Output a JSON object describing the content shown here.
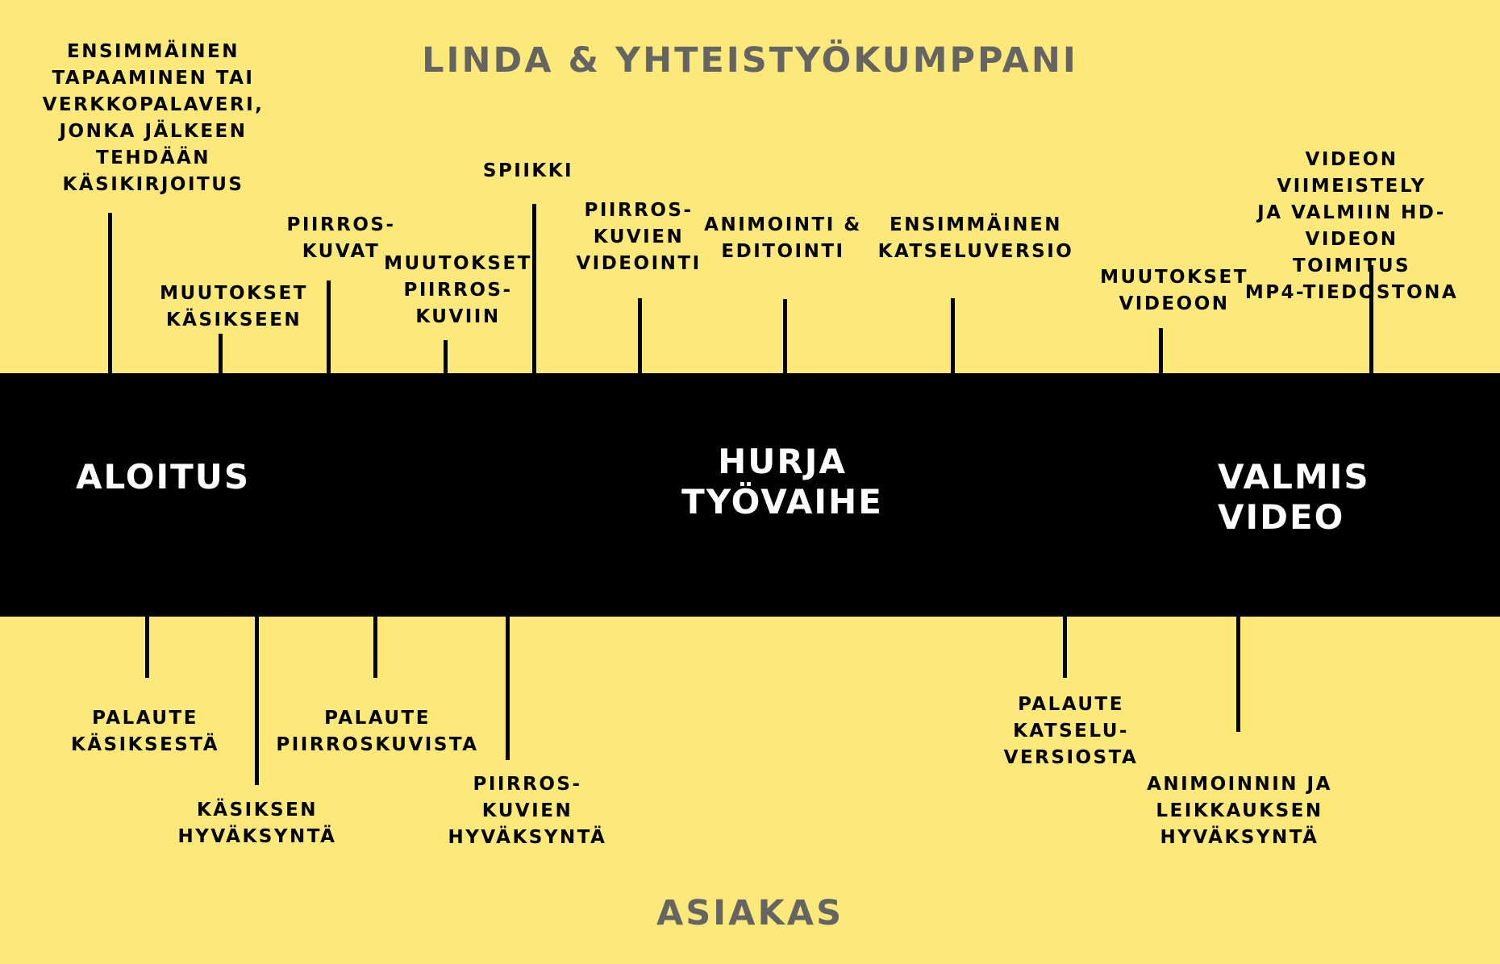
{
  "headings": {
    "top": "LINDA & YHTEISTYÖKUMPPANI",
    "bottom": "ASIAKAS"
  },
  "band": {
    "start": "ALOITUS",
    "middle": "HURJA\nTYÖVAIHE",
    "end": "VALMIS VIDEO"
  },
  "top_steps": [
    "ENSIMMÄINEN\nTAPAAMINEN TAI\nVERKKOPALAVERI,\nJONKA JÄLKEEN\nTEHDÄÄN\nKÄSIKIRJOITUS",
    "MUUTOKSET\nKÄSIKSEEN",
    "PIIRROS-\nKUVAT",
    "MUUTOKSET\nPIIRROS-\nKUVIIN",
    "SPIIKKI",
    "PIIRROS-\nKUVIEN\nVIDEOINTI",
    "ANIMOINTI &\nEDITOINTI",
    "ENSIMMÄINEN\nKATSELUVERSIO",
    "MUUTOKSET\nVIDEOON",
    "VIDEON VIIMEISTELY\nJA VALMIIN HD-VIDEON\nTOIMITUS\nMP4-TIEDOSTONA"
  ],
  "bottom_steps": [
    "PALAUTE\nKÄSIKSESTÄ",
    "KÄSIKSEN\nHYVÄKSYNTÄ",
    "PALAUTE\nPIIRROSKUVISTA",
    "PIIRROS-\nKUVIEN\nHYVÄKSYNTÄ",
    "PALAUTE\nKATSELU-\nVERSIOSTA",
    "ANIMOINNIN JA\nLEIKKAUKSEN\nHYVÄKSYNTÄ"
  ],
  "colors": {
    "background": "#fce97a",
    "band": "#000000",
    "heading": "#646464"
  }
}
